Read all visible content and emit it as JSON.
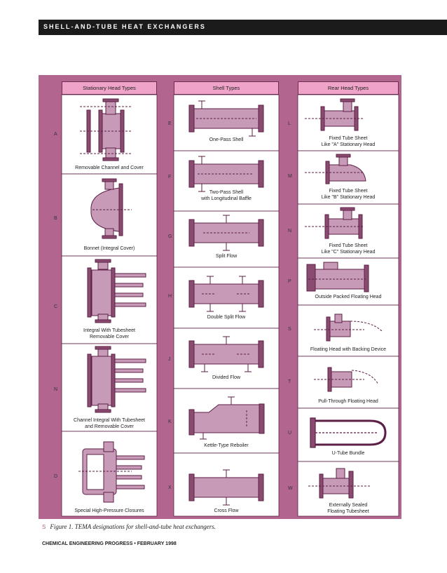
{
  "header": {
    "title": "SHELL-AND-TUBE HEAT EXCHANGERS"
  },
  "columns": {
    "stationary": "Stationary Head Types",
    "shell": "Shell Types",
    "rear": "Rear Head Types"
  },
  "stationary": [
    {
      "letter": "A",
      "label": "Removable Channel and Cover"
    },
    {
      "letter": "B",
      "label": "Bonnet (Integral Cover)"
    },
    {
      "letter": "C",
      "label": "Integral With Tubesheet\nRemovable Cover"
    },
    {
      "letter": "N",
      "label": "Channel Integral With Tubesheet\nand Removable Cover"
    },
    {
      "letter": "D",
      "label": "Special High-Pressure Closures"
    }
  ],
  "shell": [
    {
      "letter": "E",
      "label": "One-Pass Shell"
    },
    {
      "letter": "F",
      "label": "Two-Pass Shell\nwith Longitudinal Baffle"
    },
    {
      "letter": "G",
      "label": "Split Flow"
    },
    {
      "letter": "H",
      "label": "Double Split Flow"
    },
    {
      "letter": "J",
      "label": "Divided Flow"
    },
    {
      "letter": "K",
      "label": "Kettle-Type Reboiler"
    },
    {
      "letter": "X",
      "label": "Cross Flow"
    }
  ],
  "rear": [
    {
      "letter": "L",
      "label": "Fixed Tube Sheet\nLike \"A\" Stationary Head"
    },
    {
      "letter": "M",
      "label": "Fixed Tube Sheet\nLike \"B\" Stationary Head"
    },
    {
      "letter": "N",
      "label": "Fixed Tube Sheet\nLike \"C\" Stationary Head"
    },
    {
      "letter": "P",
      "label": "Outside Packed Floating Head"
    },
    {
      "letter": "S",
      "label": "Floating Head with Backing Device"
    },
    {
      "letter": "T",
      "label": "Pull-Through Floating Head"
    },
    {
      "letter": "U",
      "label": "U-Tube Bundle"
    },
    {
      "letter": "W",
      "label": "Externally Sealed\nFloating Tubesheet"
    }
  ],
  "caption": {
    "mark": "S",
    "text": "Figure 1. TEMA designations for shell-and-tube heat exchangers."
  },
  "footer": {
    "text": "CHEMICAL ENGINEERING PROGRESS  •  FEBRUARY 1998"
  },
  "colors": {
    "frame": "#b2658f",
    "header_fill": "#efa3c8",
    "equipment": "#c79bb8",
    "outline": "#5c1f45",
    "dark": "#1b1b1b"
  }
}
